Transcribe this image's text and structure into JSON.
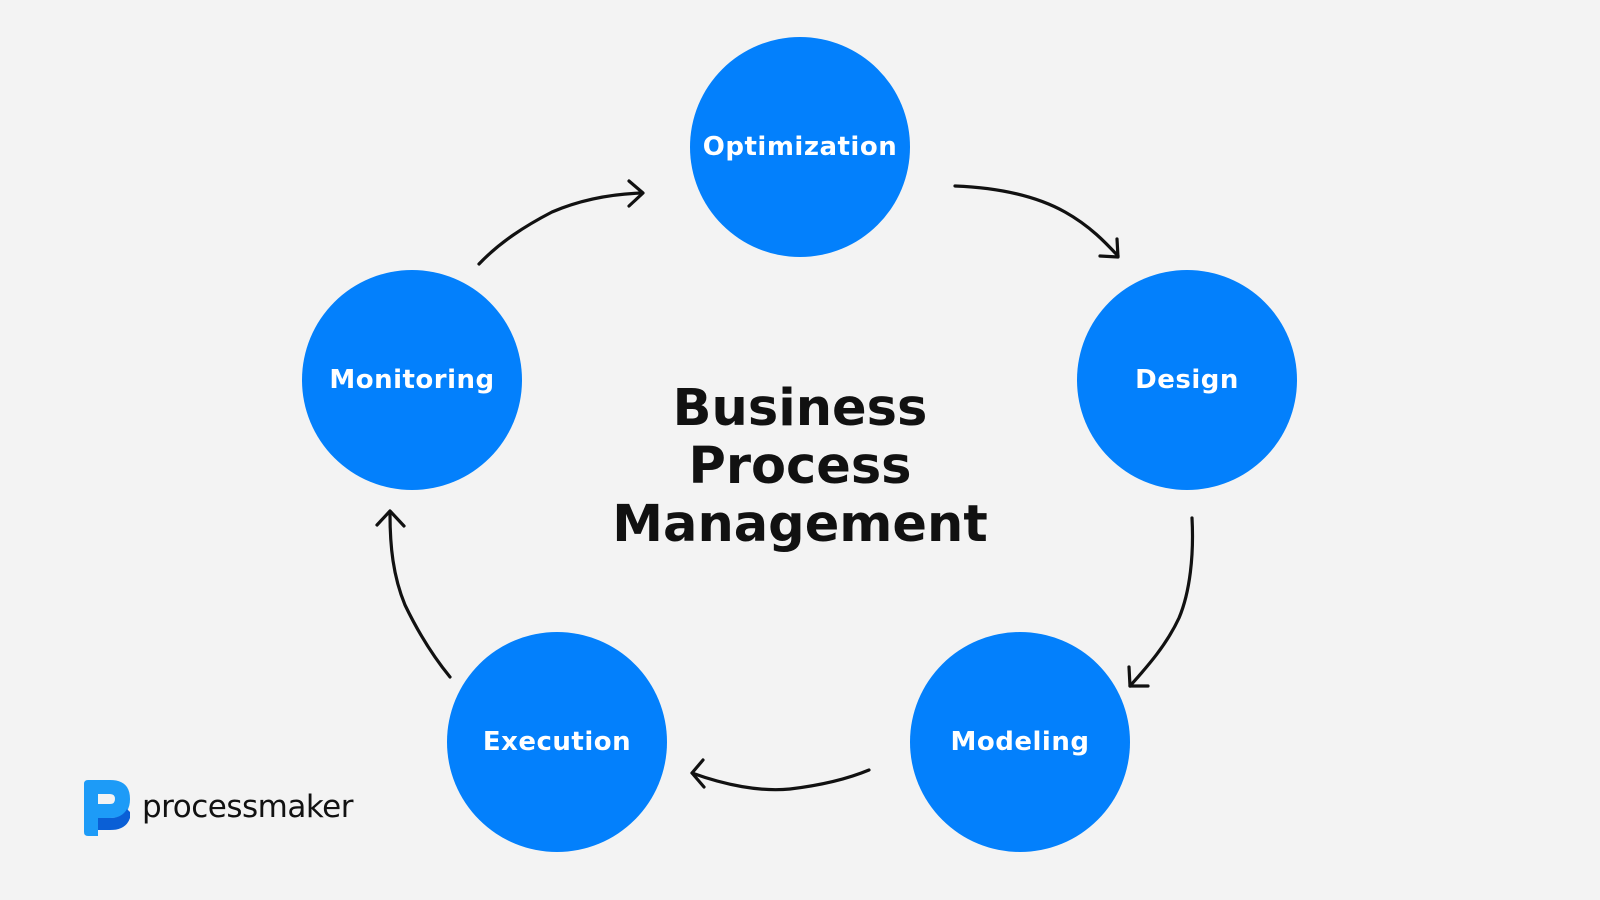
{
  "diagram": {
    "title_lines": [
      "Business",
      "Process",
      "Management"
    ],
    "stages": [
      {
        "label": "Optimization"
      },
      {
        "label": "Design"
      },
      {
        "label": "Modeling"
      },
      {
        "label": "Execution"
      },
      {
        "label": "Monitoring"
      }
    ],
    "colors": {
      "circle_fill": "#0380fc",
      "arrow": "#111111",
      "background": "#f3f3f3",
      "title": "#111111"
    }
  },
  "brand": {
    "logo_text": "processmaker",
    "logo_icon": "processmaker-logo-icon",
    "colors": {
      "light": "#1d9bf7",
      "dark": "#0a5fd6"
    }
  }
}
